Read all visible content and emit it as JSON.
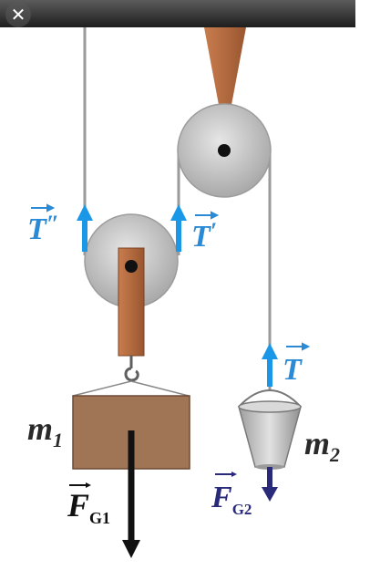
{
  "close_button": {
    "glyph": "✕",
    "icon": "close-icon"
  },
  "labels": {
    "t_double_prime": {
      "vec": "T",
      "prime": "″"
    },
    "t_prime": {
      "vec": "T",
      "prime": "′"
    },
    "t": {
      "vec": "T"
    },
    "m1": {
      "main": "m",
      "sub": "1"
    },
    "m2": {
      "main": "m",
      "sub": "2"
    },
    "fg1": {
      "main": "F",
      "sub": "G1"
    },
    "fg2": {
      "main": "F",
      "sub": "G2"
    }
  },
  "colors": {
    "ceiling": "#2f2f2f",
    "rope": "#9a9a9a",
    "pulley": "#c9c9c9",
    "bracket": "#b66a3c",
    "block": "#a07556",
    "bucket": "#c4c4c4",
    "tension_arrow": "#1a97e6",
    "tension_text": "#2a8ad6",
    "force1": "#111111",
    "force2": "#2a2a7a",
    "mass_text": "#2a2a2a"
  }
}
